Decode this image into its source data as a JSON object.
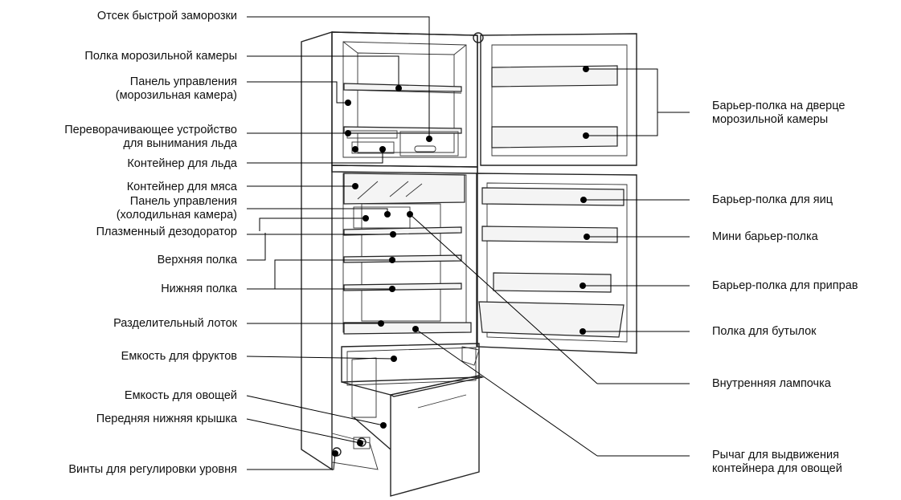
{
  "labels_left": {
    "quick_freeze": "Отсек быстрой заморозки",
    "freezer_shelf": "Полка морозильной камеры",
    "control_panel_freezer_1": "Панель управления",
    "control_panel_freezer_2": "(морозильная камера)",
    "ice_twister_1": "Переворачивающее устройство",
    "ice_twister_2": "для вынимания льда",
    "ice_container": "Контейнер для льда",
    "meat_container": "Контейнер для мяса",
    "control_panel_fridge_1": "Панель управления",
    "control_panel_fridge_2": "(холодильная камера)",
    "plasma_deodorizer": "Плазменный дезодоратор",
    "upper_shelf": "Верхняя полка",
    "lower_shelf": "Нижняя полка",
    "divider_tray": "Разделительный лоток",
    "fruit_bin": "Емкость для фруктов",
    "vegetable_bin": "Емкость для овощей",
    "front_lower_cover": "Передняя нижняя крышка",
    "leveling_screws": "Винты для регулировки уровня"
  },
  "labels_right": {
    "freezer_door_bin_1": "Барьер-полка на дверце",
    "freezer_door_bin_2": "морозильной камеры",
    "egg_bin": "Барьер-полка для яиц",
    "mini_bin": "Мини барьер-полка",
    "spice_bin": "Барьер-полка для приправ",
    "bottle_shelf": "Полка для бутылок",
    "interior_lamp": "Внутренняя лампочка",
    "veg_lever_1": "Рычаг для выдвижения",
    "veg_lever_2": "контейнера для овощей"
  }
}
